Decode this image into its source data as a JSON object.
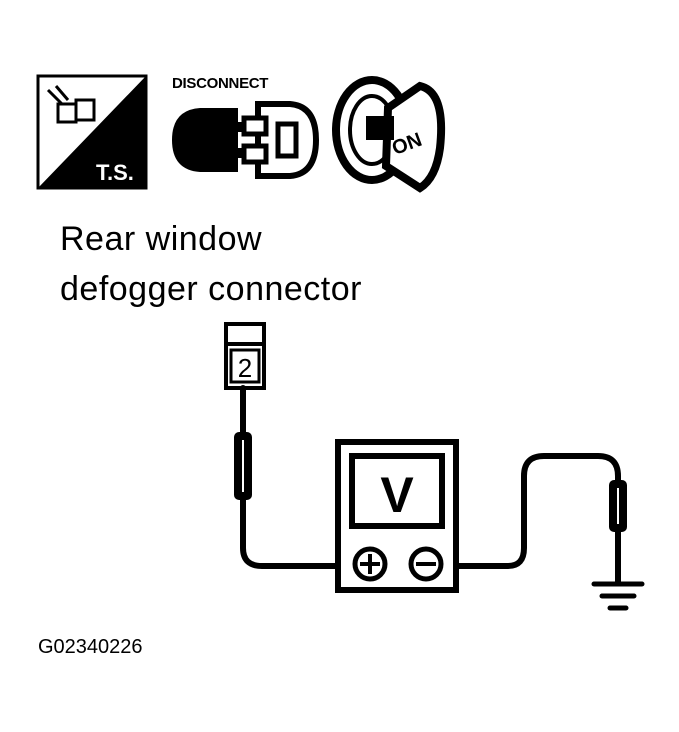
{
  "icons": {
    "ts_label": "T.S.",
    "disconnect_label": "DISCONNECT",
    "ignition_label": "ON"
  },
  "caption": {
    "line1": "Rear window",
    "line2": "defogger connector"
  },
  "connector": {
    "terminal": "2"
  },
  "meter": {
    "display": "V"
  },
  "figure_code": "G02340226"
}
